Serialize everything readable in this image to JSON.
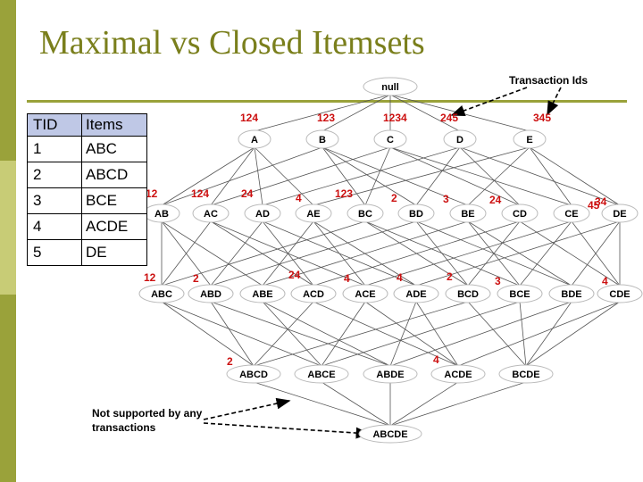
{
  "title": "Maximal vs Closed Itemsets",
  "table": {
    "headers": [
      "TID",
      "Items"
    ],
    "rows": [
      [
        "1",
        "ABC"
      ],
      [
        "2",
        "ABCD"
      ],
      [
        "3",
        "BCE"
      ],
      [
        "4",
        "ACDE"
      ],
      [
        "5",
        "DE"
      ]
    ]
  },
  "annotations": {
    "transaction_ids": "Transaction Ids",
    "not_supported": "Not supported by any transactions"
  },
  "lattice": {
    "null": "null",
    "level1": [
      {
        "label": "A",
        "count": "124"
      },
      {
        "label": "B",
        "count": "123"
      },
      {
        "label": "C",
        "count": "1234"
      },
      {
        "label": "D",
        "count": "245"
      },
      {
        "label": "E",
        "count": "345"
      }
    ],
    "level2": [
      {
        "label": "AB",
        "count": "12"
      },
      {
        "label": "AC",
        "count": "124"
      },
      {
        "label": "AD",
        "count": "24"
      },
      {
        "label": "AE",
        "count": "4"
      },
      {
        "label": "BC",
        "count": "123"
      },
      {
        "label": "BD",
        "count": "2"
      },
      {
        "label": "BE",
        "count": "3"
      },
      {
        "label": "CD",
        "count": "24"
      },
      {
        "label": "CE",
        "count": "34"
      },
      {
        "label": "DE",
        "count": "45"
      }
    ],
    "level3": [
      {
        "label": "ABC",
        "count": "12"
      },
      {
        "label": "ABD",
        "count": "2"
      },
      {
        "label": "ABE",
        "count": ""
      },
      {
        "label": "ACD",
        "count": "24"
      },
      {
        "label": "ACE",
        "count": "4"
      },
      {
        "label": "ADE",
        "count": "4"
      },
      {
        "label": "BCD",
        "count": "2"
      },
      {
        "label": "BCE",
        "count": "3"
      },
      {
        "label": "BDE",
        "count": ""
      },
      {
        "label": "CDE",
        "count": "4"
      }
    ],
    "level4": [
      {
        "label": "ABCD",
        "count": "2"
      },
      {
        "label": "ABCE",
        "count": ""
      },
      {
        "label": "ABDE",
        "count": ""
      },
      {
        "label": "ACDE",
        "count": "4"
      },
      {
        "label": "BCDE",
        "count": ""
      }
    ],
    "level5": [
      {
        "label": "ABCDE",
        "count": ""
      }
    ]
  },
  "colors": {
    "accent": "#9aa23a",
    "count_text": "#cc1010",
    "table_header": "#bfc8e6"
  }
}
